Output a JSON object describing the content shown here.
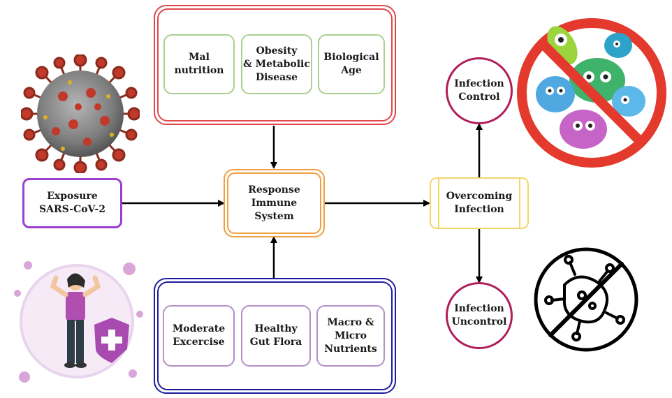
{
  "nodes": {
    "mal_nutrition": "Mal\nnutrition",
    "obesity": "Obesity\n& Metabolic\nDisease",
    "biological_age": "Biological\nAge",
    "exposure": "Exposure\nSARS-CoV-2",
    "response": "Response\nImmune\nSystem",
    "overcoming": "Overcoming\nInfection",
    "infection_control": "Infection\nControl",
    "infection_uncontrol": "Infection\nUncontrol",
    "moderate_exercise": "Moderate\nExcercise",
    "healthy_gut": "Healthy\nGut Flora",
    "macro_micro": "Macro &\nMicro\nNutrients"
  },
  "colors": {
    "risk_group": "#e0494b",
    "risk_items": "#a9d08e",
    "protective_group": "#1f1f9e",
    "protective_items": "#b48fc8",
    "exposure": "#9b3fd1",
    "response": "#f0a040",
    "overcoming": "#f2d66b",
    "outcome_circle": "#b01e5a"
  },
  "icons": {
    "top_left": "coronavirus-icon",
    "bottom_left": "protected-woman-icon",
    "top_right": "no-germs-icon",
    "bottom_right": "no-virus-icon"
  }
}
